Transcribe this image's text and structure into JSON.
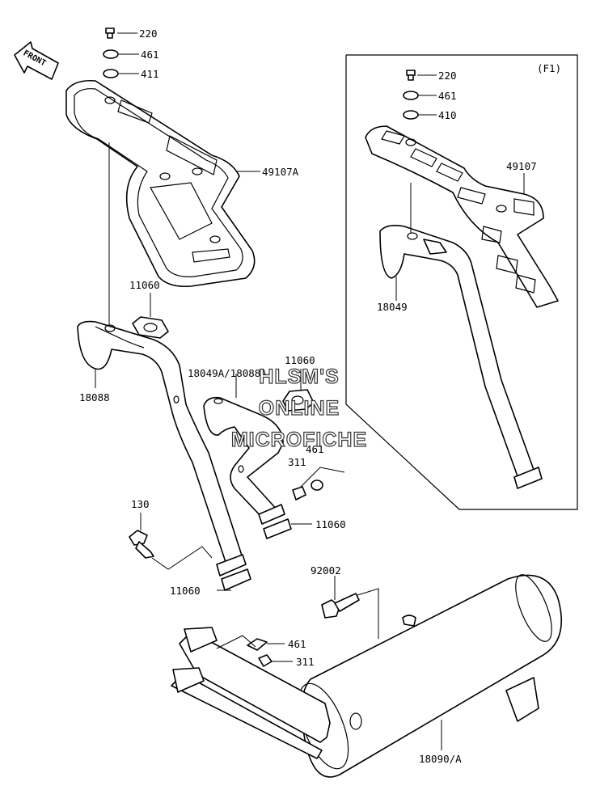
{
  "front_badge": "FRONT",
  "inset_tag": "(F1)",
  "labels": {
    "l220a": "220",
    "l461a": "461",
    "l411": "411",
    "l49107A": "49107A",
    "l11060a": "11060",
    "l18088": "18088",
    "l18049A": "18049A/18088A",
    "l11060b": "11060",
    "l461b": "461",
    "l311a": "311",
    "l11060c": "11060",
    "l130": "130",
    "l11060d": "11060",
    "l92002": "92002",
    "l461c": "461",
    "l311b": "311",
    "l18090": "18090/A",
    "l220b": "220",
    "l461d": "461",
    "l410": "410",
    "l49107": "49107",
    "l18049": "18049"
  },
  "watermark": [
    "HLSM'S",
    "ONLINE",
    "MICROFICHE"
  ]
}
